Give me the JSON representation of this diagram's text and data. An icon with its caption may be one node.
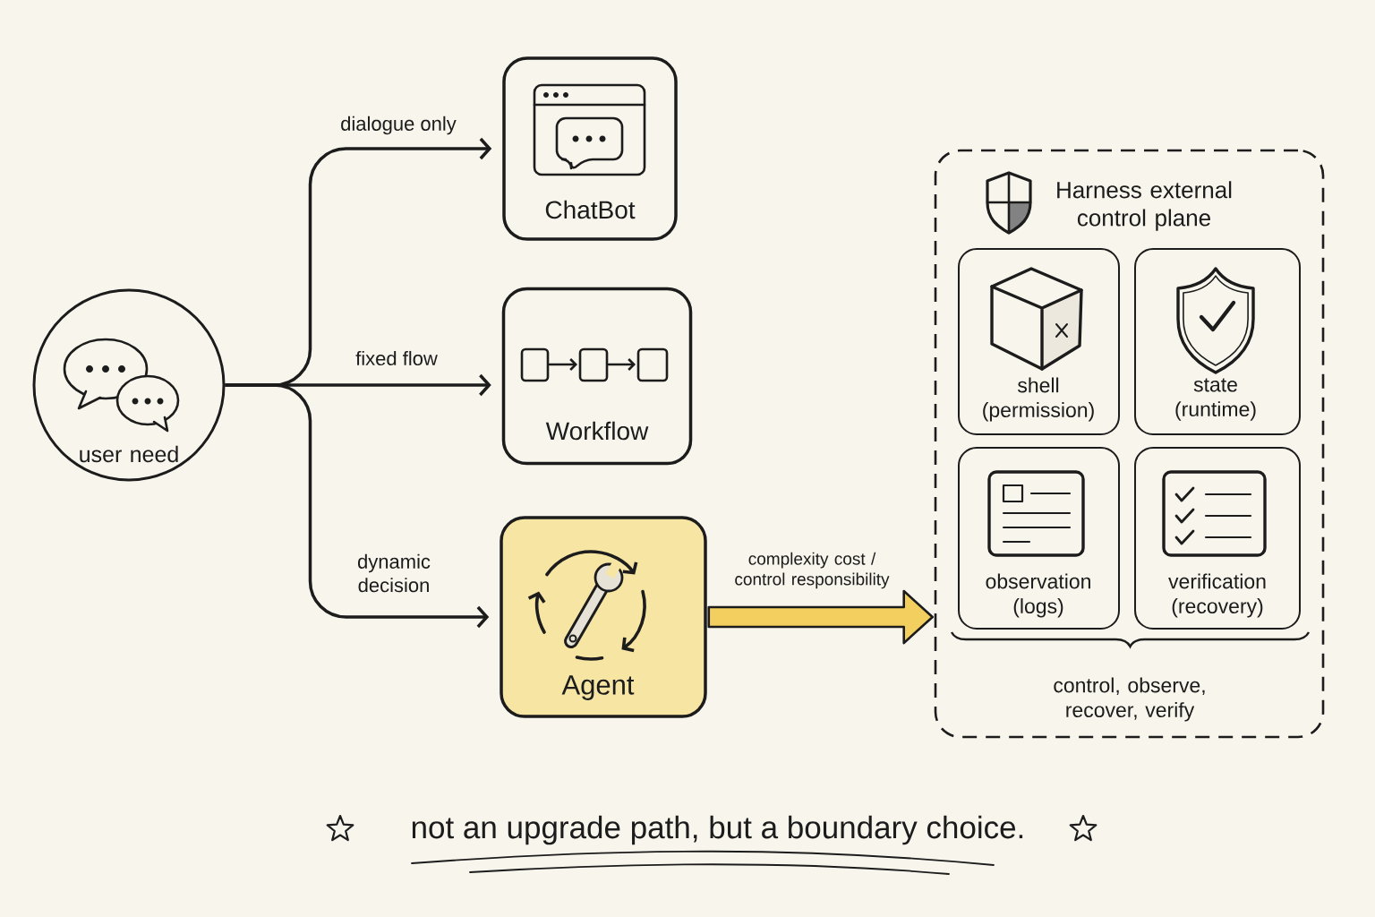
{
  "diagram": {
    "nodes": [
      {
        "text": [
          "user need"
        ]
      },
      {
        "text": [
          "ChatBot"
        ]
      },
      {
        "text": [
          "Workflow"
        ]
      },
      {
        "text": [
          "Agent"
        ]
      },
      {
        "text": [
          "Harness external control plane",
          "control, observe, recover, verify"
        ]
      },
      {
        "text": [
          "shell (permission)"
        ],
        "in": 4
      },
      {
        "text": [
          "state (runtime)"
        ],
        "in": 4
      },
      {
        "text": [
          "observation (logs)"
        ],
        "in": 4
      },
      {
        "text": [
          "verification (recovery)"
        ],
        "in": 4
      }
    ],
    "edges": [
      {
        "from": 0,
        "to": 1,
        "arrow": "to",
        "label": "dialogue only"
      },
      {
        "from": 0,
        "to": 2,
        "arrow": "to",
        "label": "fixed flow"
      },
      {
        "from": 0,
        "to": 3,
        "arrow": "to",
        "label": "dynamic decision"
      },
      {
        "from": 3,
        "to": 4,
        "arrow": "to",
        "label": "complexity cost / control responsibility",
        "style": "thick",
        "color": "#f2cf5e"
      }
    ],
    "labels": [
      "not an upgrade path, but a boundary choice."
    ]
  }
}
